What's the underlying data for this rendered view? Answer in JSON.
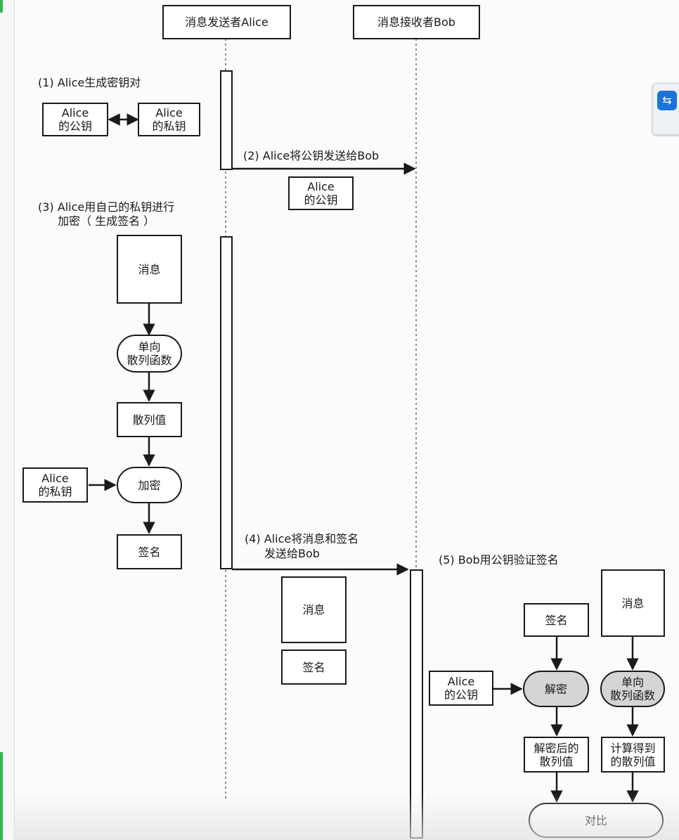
{
  "participants": {
    "alice": "消息发送者Alice",
    "bob": "消息接收者Bob"
  },
  "steps": {
    "s1": "(1) Alice生成密钥对",
    "s2": "(2) Alice将公钥发送给Bob",
    "s3_line1": "(3) Alice用自己的私钥进行",
    "s3_line2": "加密（ 生成签名 ）",
    "s4_line1": "(4) Alice将消息和签名",
    "s4_line2": "发送给Bob",
    "s5": "(5) Bob用公钥验证签名"
  },
  "step1": {
    "pub_line1": "Alice",
    "pub_line2": "的公钥",
    "priv_line1": "Alice",
    "priv_line2": "的私钥"
  },
  "step2": {
    "pub_line1": "Alice",
    "pub_line2": "的公钥"
  },
  "step3": {
    "message": "消息",
    "hash_fn_line1": "单向",
    "hash_fn_line2": "散列函数",
    "hash_value": "散列值",
    "priv_line1": "Alice",
    "priv_line2": "的私钥",
    "encrypt": "加密",
    "signature": "签名"
  },
  "step4": {
    "message": "消息",
    "signature": "签名"
  },
  "step5": {
    "signature": "签名",
    "message": "消息",
    "pub_line1": "Alice",
    "pub_line2": "的公钥",
    "decrypt": "解密",
    "hash_fn_line1": "单向",
    "hash_fn_line2": "散列函数",
    "decrypted_line1": "解密后的",
    "decrypted_line2": "散列值",
    "computed_line1": "计算得到",
    "computed_line2": "的散列值",
    "compare": "对比"
  }
}
